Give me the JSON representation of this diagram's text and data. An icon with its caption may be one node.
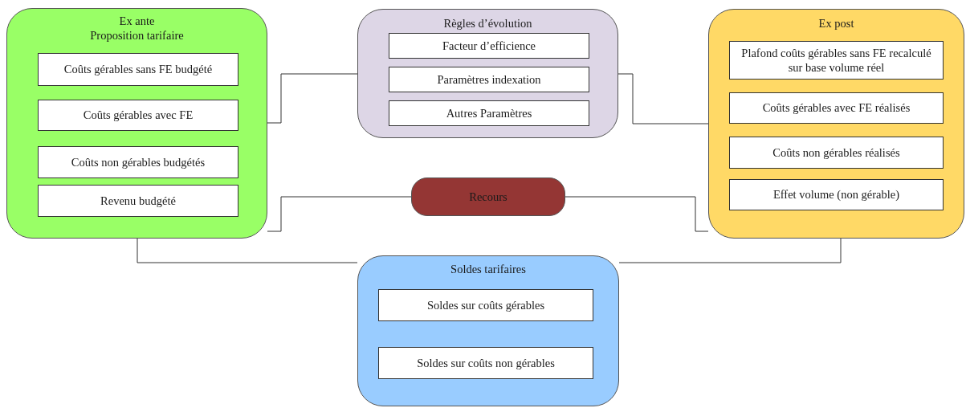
{
  "diagram": {
    "nodes": [
      {
        "text": [
          "Ex ante",
          "Proposition tarifaire"
        ]
      },
      {
        "text": [
          "Coûts gérables sans FE budgété"
        ],
        "in": 0
      },
      {
        "text": [
          "Coûts gérables avec FE"
        ],
        "in": 0
      },
      {
        "text": [
          "Coûts non gérables budgétés"
        ],
        "in": 0
      },
      {
        "text": [
          "Revenu budgété"
        ],
        "in": 0
      },
      {
        "text": [
          "Règles d’évolution"
        ]
      },
      {
        "text": [
          "Facteur d’efficience"
        ],
        "in": 5
      },
      {
        "text": [
          "Paramètres indexation"
        ],
        "in": 5
      },
      {
        "text": [
          "Autres Paramètres"
        ],
        "in": 5
      },
      {
        "text": [
          "Ex post"
        ]
      },
      {
        "text": [
          "Plafond coûts gérables sans FE recalculé sur base volume réel"
        ],
        "in": 9
      },
      {
        "text": [
          "Coûts gérables avec FE réalisés"
        ],
        "in": 9
      },
      {
        "text": [
          "Coûts non gérables réalisés"
        ],
        "in": 9
      },
      {
        "text": [
          "Effet volume (non gérable)"
        ],
        "in": 9
      },
      {
        "text": [
          "Recours"
        ]
      },
      {
        "text": [
          "Soldes tarifaires"
        ]
      },
      {
        "text": [
          "Soldes sur coûts gérables"
        ],
        "in": 15
      },
      {
        "text": [
          "Soldes sur coûts non gérables"
        ],
        "in": 15
      }
    ],
    "edges": [
      {
        "from": 0,
        "to": 5,
        "arrow": "none"
      },
      {
        "from": 5,
        "to": 9,
        "arrow": "none"
      },
      {
        "from": 0,
        "to": 14,
        "arrow": "none"
      },
      {
        "from": 14,
        "to": 9,
        "arrow": "none"
      },
      {
        "from": 0,
        "to": 15,
        "arrow": "none"
      },
      {
        "from": 9,
        "to": 15,
        "arrow": "none"
      }
    ]
  }
}
